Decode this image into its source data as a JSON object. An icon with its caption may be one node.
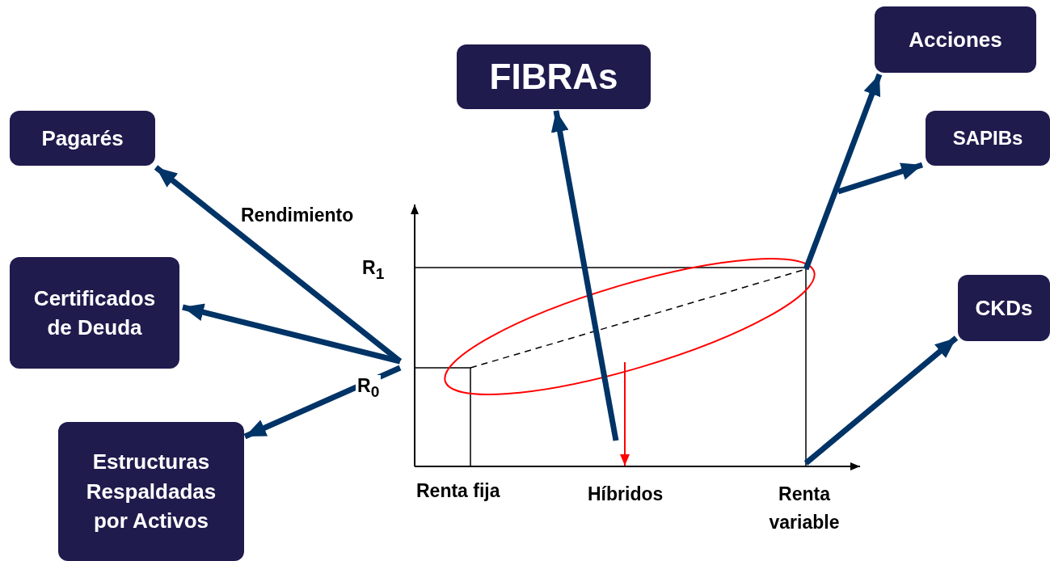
{
  "diagram": {
    "nodes": [
      {
        "text": [
          "FIBRAs"
        ]
      },
      {
        "text": [
          "Acciones"
        ]
      },
      {
        "text": [
          "Pagarés"
        ]
      },
      {
        "text": [
          "SAPIBs"
        ]
      },
      {
        "text": [
          "Certificados de Deuda"
        ]
      },
      {
        "text": [
          "CKDs"
        ]
      },
      {
        "text": [
          "Estructuras Respaldadas por Activos"
        ]
      }
    ],
    "edges": [
      {
        "from": null,
        "to": 0,
        "arrow": "to"
      },
      {
        "from": null,
        "to": 1,
        "arrow": "to"
      },
      {
        "from": null,
        "to": 2,
        "arrow": "to"
      },
      {
        "from": null,
        "to": 3,
        "arrow": "to"
      },
      {
        "from": null,
        "to": 4,
        "arrow": "to"
      },
      {
        "from": null,
        "to": 5,
        "arrow": "to"
      },
      {
        "from": null,
        "to": 6,
        "arrow": "to"
      }
    ],
    "labels": [
      "Rendimiento",
      "R$_{1}$",
      "R$_{0}$",
      "Renta fija",
      "Híbridos",
      "Renta variable"
    ]
  }
}
